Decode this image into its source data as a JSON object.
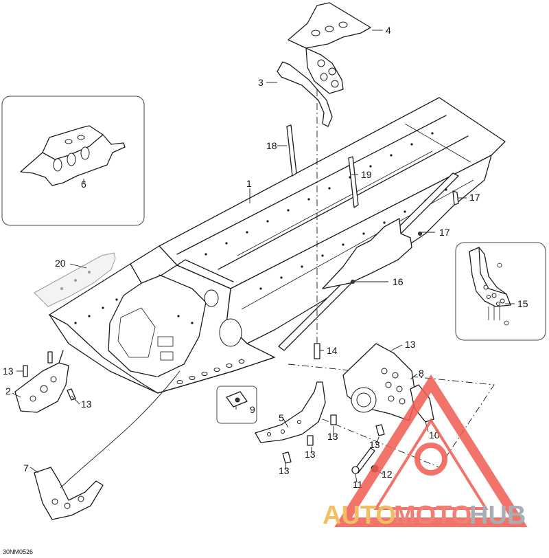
{
  "diagram": {
    "code": "30NM0526",
    "callouts": [
      {
        "id": "c1",
        "label": "1"
      },
      {
        "id": "c2",
        "label": "2"
      },
      {
        "id": "c3",
        "label": "3"
      },
      {
        "id": "c4",
        "label": "4"
      },
      {
        "id": "c5",
        "label": "5"
      },
      {
        "id": "c6",
        "label": "6"
      },
      {
        "id": "c7",
        "label": "7"
      },
      {
        "id": "c8",
        "label": "8"
      },
      {
        "id": "c9",
        "label": "9"
      },
      {
        "id": "c10",
        "label": "10"
      },
      {
        "id": "c11",
        "label": "11"
      },
      {
        "id": "c12",
        "label": "12"
      },
      {
        "id": "c13a",
        "label": "13"
      },
      {
        "id": "c13b",
        "label": "13"
      },
      {
        "id": "c13c",
        "label": "13"
      },
      {
        "id": "c13d",
        "label": "13"
      },
      {
        "id": "c13e",
        "label": "13"
      },
      {
        "id": "c13f",
        "label": "13"
      },
      {
        "id": "c13g",
        "label": "13"
      },
      {
        "id": "c14",
        "label": "14"
      },
      {
        "id": "c15",
        "label": "15"
      },
      {
        "id": "c16",
        "label": "16"
      },
      {
        "id": "c17a",
        "label": "17"
      },
      {
        "id": "c17b",
        "label": "17"
      },
      {
        "id": "c18",
        "label": "18"
      },
      {
        "id": "c19",
        "label": "19"
      },
      {
        "id": "c20",
        "label": "20"
      }
    ]
  },
  "watermark": {
    "auto": "AUTO",
    "moto": "MOTO",
    "hub": "HUB",
    "colors": {
      "auto": "#f2b24a",
      "moto": "#ee6a5e",
      "hub": "#9aa0a6",
      "triangle": "#ef5b50"
    }
  }
}
